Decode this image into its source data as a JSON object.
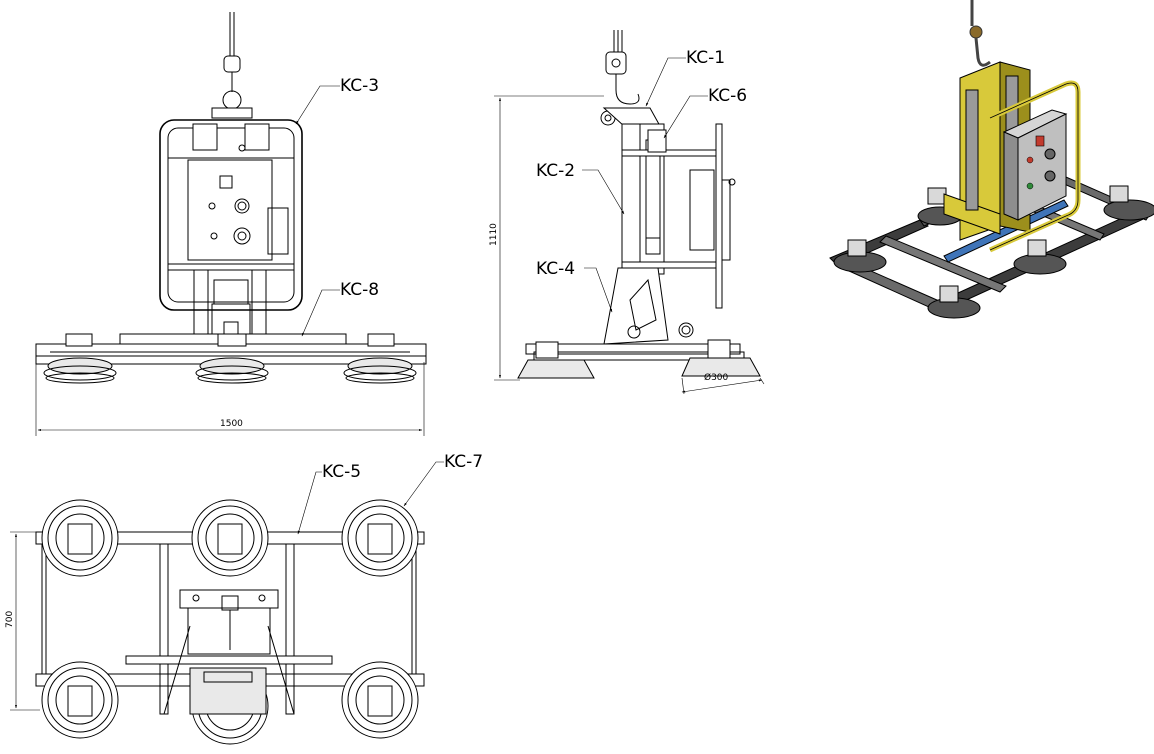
{
  "labels": {
    "kc1": "KC-1",
    "kc2": "KC-2",
    "kc3": "KC-3",
    "kc4": "KC-4",
    "kc5": "KC-5",
    "kc6": "KC-6",
    "kc7": "KC-7",
    "kc8": "KC-8"
  },
  "dimensions": {
    "width": "1500",
    "height": "1110",
    "depth": "700",
    "cup_diameter": "Ø300"
  },
  "colors": {
    "line": "#000000",
    "frame_yellow": "#d8c93a",
    "frame_yellow_dark": "#9c8f1c",
    "bar_blue": "#3f74b8",
    "frame_dark": "#3c3c3c",
    "box_gray": "#bfbfbf",
    "indicator_red": "#c23b2e",
    "indicator_green": "#2f8a3a"
  }
}
